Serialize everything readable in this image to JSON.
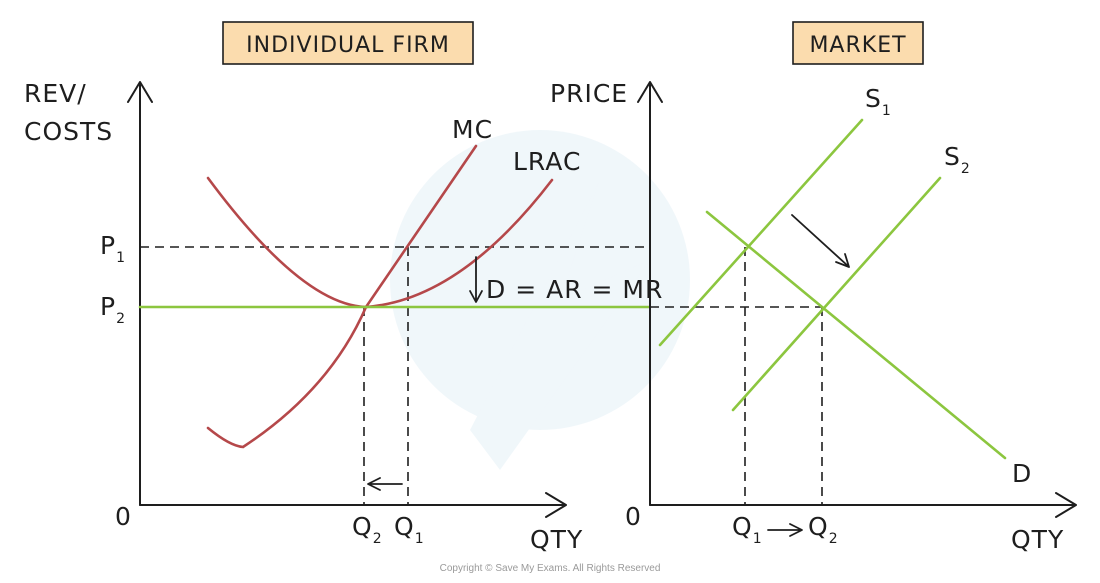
{
  "titles": {
    "firm": "INDIVIDUAL FIRM",
    "market": "MARKET"
  },
  "firm_panel": {
    "y_axis_line1": "REV/",
    "y_axis_line2": "COSTS",
    "x_axis": "QTY",
    "origin": "0",
    "price_1": {
      "main": "P",
      "sub": "1"
    },
    "price_2": {
      "main": "P",
      "sub": "2"
    },
    "qty_1": {
      "main": "Q",
      "sub": "1"
    },
    "qty_2": {
      "main": "Q",
      "sub": "2"
    },
    "curve_mc": "MC",
    "curve_lrac": "LRAC",
    "demand_label": "D = AR = MR"
  },
  "market_panel": {
    "y_axis": "PRICE",
    "x_axis": "QTY",
    "origin": "0",
    "supply_1": {
      "main": "S",
      "sub": "1"
    },
    "supply_2": {
      "main": "S",
      "sub": "2"
    },
    "demand": "D",
    "qty_1": {
      "main": "Q",
      "sub": "1"
    },
    "qty_2": {
      "main": "Q",
      "sub": "2"
    }
  },
  "copyright": "Copyright © Save My Exams. All Rights Reserved",
  "colors": {
    "cost_curves": "#b5484a",
    "demand_supply": "#8cc63f",
    "title_box": "#fbdcae"
  }
}
